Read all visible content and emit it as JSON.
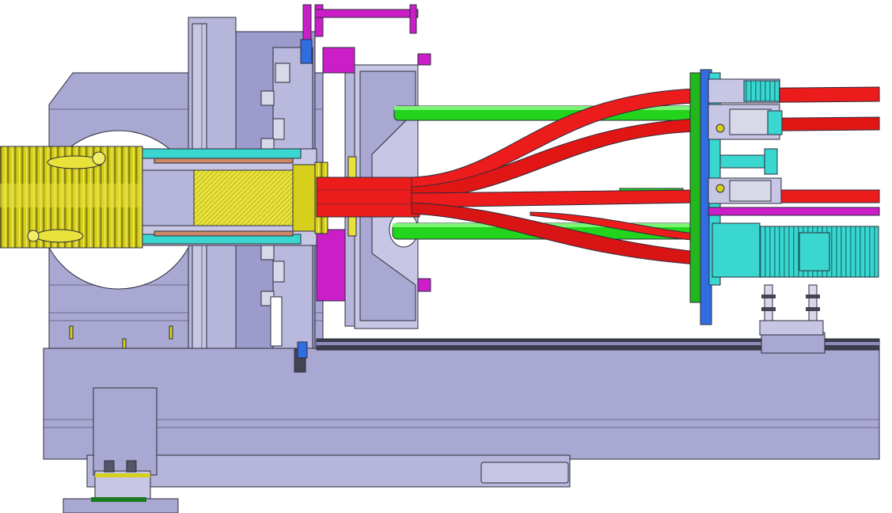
{
  "drawing": {
    "colors": {
      "frame": "#a9a8d2",
      "frame_dark": "#8e8cbe",
      "frame_light": "#c7c6e4",
      "red_pipe": "#ec1c1c",
      "red_pipe_dark": "#b30c0c",
      "green_pipe": "#22d41c",
      "green_dark": "#13861a",
      "cyan": "#3ad6d0",
      "cyan_dark": "#1ea39e",
      "yellow": "#d6d01c",
      "yellow_dark": "#9a9510",
      "magenta": "#cc1ec8",
      "blue_plate": "#2f6de0",
      "outline": "#2c2c3c"
    },
    "assemblies": [
      "support-frame",
      "yellow-bellows",
      "central-flange",
      "cone-support",
      "red-pipes",
      "green-pipes",
      "cyan-feedthrough-plate",
      "cyan-bellows",
      "base-rail",
      "magenta-bracket"
    ]
  }
}
